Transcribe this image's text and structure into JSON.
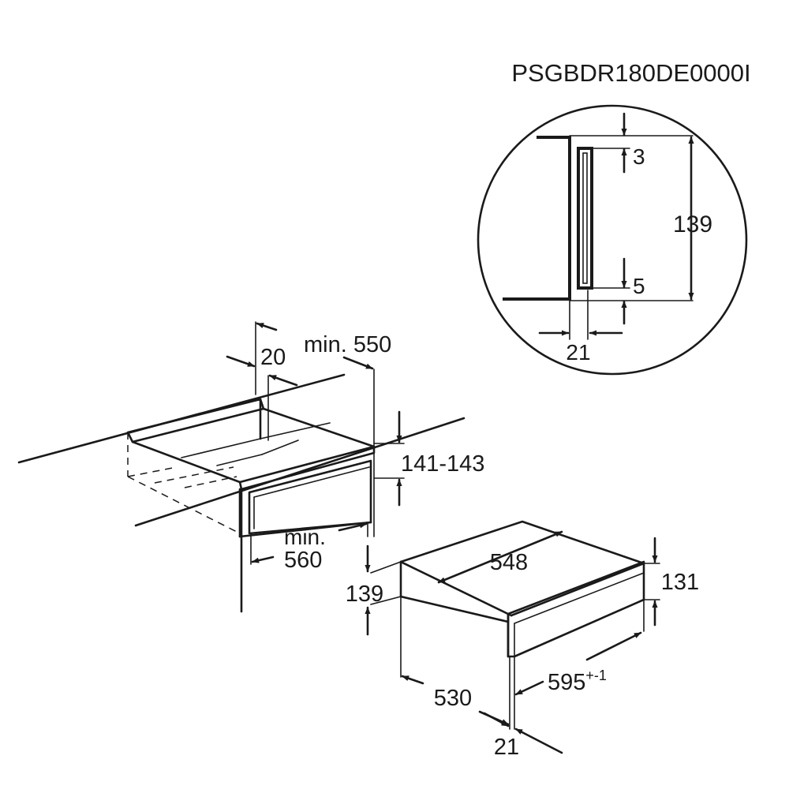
{
  "model_code": "PSGBDR180DE0000I",
  "detail": {
    "gap_top": "3",
    "gap_bottom": "5",
    "height": "139",
    "depth": "21"
  },
  "niche": {
    "offset": "20",
    "depth_min": "min. 550",
    "height_range": "141-143",
    "width_min_prefix": "min.",
    "width_min_value": "560"
  },
  "appliance": {
    "width_top": "548",
    "front_height": "139",
    "side_height": "131",
    "depth": "530",
    "width_front": "595",
    "width_tolerance": "+-1",
    "front_thickness": "21"
  }
}
